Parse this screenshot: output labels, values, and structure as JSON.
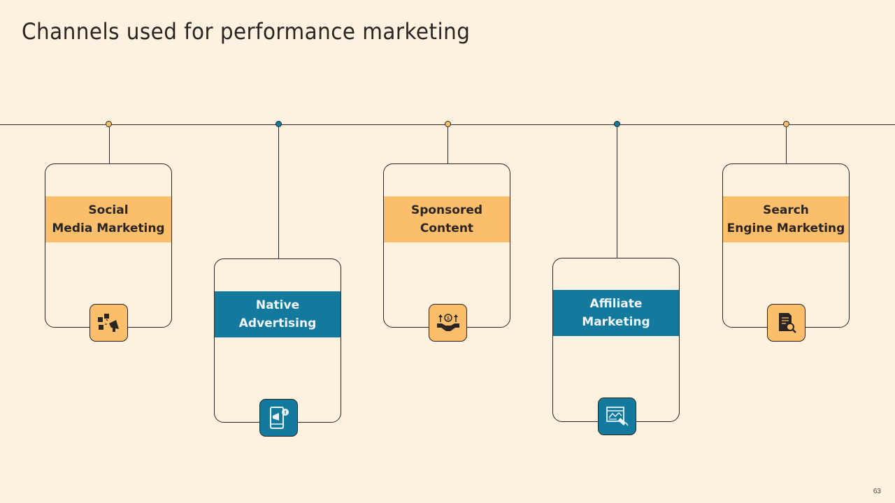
{
  "title": "Channels used for performance marketing",
  "page_number": "63",
  "colors": {
    "background": "#fdf2e0",
    "orange": "#fbbe6b",
    "blue": "#137a9e",
    "line": "#2a2522"
  },
  "channels": [
    {
      "label_line1": "Social",
      "label_line2": "Media Marketing",
      "theme": "orange",
      "icon": "social-media-megaphone-icon"
    },
    {
      "label_line1": "Native",
      "label_line2": "Advertising",
      "theme": "blue",
      "icon": "mobile-megaphone-icon"
    },
    {
      "label_line1": "Sponsored",
      "label_line2": "Content",
      "theme": "orange",
      "icon": "handshake-money-icon"
    },
    {
      "label_line1": "Affiliate",
      "label_line2": "Marketing",
      "theme": "blue",
      "icon": "web-analytics-icon"
    },
    {
      "label_line1": "Search",
      "label_line2": "Engine Marketing",
      "theme": "orange",
      "icon": "document-search-icon"
    }
  ]
}
